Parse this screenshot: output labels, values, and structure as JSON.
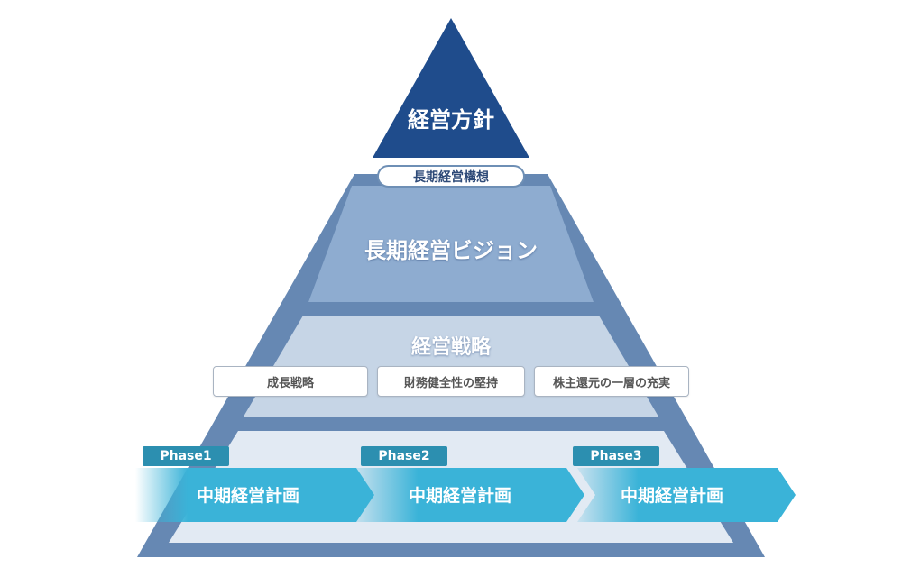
{
  "diagram": {
    "top_title": "経営方針",
    "long_term_concept": "長期経営構想",
    "vision_title": "長期経営ビジョン",
    "strategy_title": "経営戦略",
    "strategies": [
      "成長戦略",
      "財務健全性の堅持",
      "株主還元の一層の充実"
    ],
    "phases": [
      {
        "tab": "Phase1",
        "plan": "中期経営計画"
      },
      {
        "tab": "Phase2",
        "plan": "中期経営計画"
      },
      {
        "tab": "Phase3",
        "plan": "中期経営計画"
      }
    ]
  },
  "colors": {
    "apex": "#1f4c8c",
    "pyramid_border": "#6688b3",
    "vision_band": "#8eacd0",
    "strategy_band": "#c6d5e6",
    "plan_band": "#e2eaf3",
    "arrow": "#3ab3d8",
    "phase_tab": "#2c8fb0"
  }
}
